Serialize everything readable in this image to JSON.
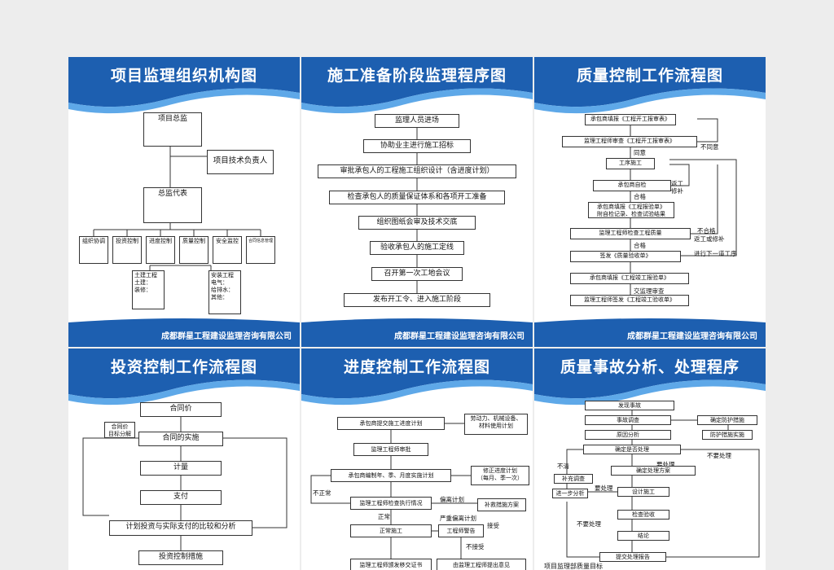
{
  "company": "成都群星工程建设监理咨询有限公司",
  "colors": {
    "primary": "#1d5fb0",
    "light": "#5ea8e8"
  },
  "p1": {
    "title": "项目监理组织机构图",
    "chief": "项目总监",
    "tech": "项目技术负责人",
    "rep": "总监代表",
    "depts": [
      "组织协调",
      "投资控制",
      "进度控制",
      "质量控制",
      "安全监控",
      "合同信息管理"
    ],
    "civil": "土建工程",
    "civil_items": [
      "土建：",
      "装修："
    ],
    "install": "安装工程",
    "install_items": [
      "电气：",
      "给排水：",
      "其他："
    ]
  },
  "p2": {
    "title": "施工准备阶段监理程序图",
    "steps": [
      "监理人员进场",
      "协助业主进行施工招标",
      "审批承包人的工程施工组织设计（含进度计划）",
      "检查承包人的质量保证体系和各项开工准备",
      "组织图纸会审及技术交底",
      "验收承包人的施工定线",
      "召开第一次工地会议",
      "发布开工令、进入施工阶段"
    ]
  },
  "p3": {
    "title": "质量控制工作流程图",
    "steps": [
      "承包商填报《工程开工报审表》",
      "监理工程师审查《工程开工报审表》",
      "工序施工",
      "承包商自检",
      "承包商填报《工程报验单》",
      "附自检记录、检查试验结果",
      "监理工程师检查工程质量",
      "签发《质量验收单》",
      "承包商填报《工程竣工报验单》",
      "监理工程师签发《工程竣工验收单》"
    ],
    "labels": {
      "disagree": "不同意",
      "agree": "同意",
      "rework": "返工",
      "repair": "修补",
      "pass1": "合格",
      "fail": "不合格",
      "rework_repair": "返工或修补",
      "pass2": "合格",
      "next": "进行下一道工序",
      "review": "交监理审查"
    }
  },
  "p4": {
    "title": "投资控制工作流程图",
    "steps": [
      "合同价",
      "合同的实施",
      "计量",
      "支付",
      "计划投资与实际支付的比较和分析",
      "投资控制措施"
    ],
    "side": [
      "合同价",
      "目标分解"
    ]
  },
  "p5": {
    "title": "进度控制工作流程图",
    "steps": [
      "承包商提交施工进度计划",
      "监理工程师审批",
      "承包商编制年、季、月度实施计划",
      "监理工程师检查执行情况",
      "正常施工",
      "监理工程师颁发移交证书"
    ],
    "side1": [
      "劳动力、机械设备、",
      "材料使用计划"
    ],
    "side2": [
      "修正进度计划",
      "（每月、季一次）"
    ],
    "measure": "补救措施方案",
    "warn": "工程师警告",
    "bottom_right": "由监理工程师提出意见",
    "labels": {
      "abnormal": "不正常",
      "deviate": "偏离计划",
      "normal": "正常",
      "severe": "严重偏离计划",
      "accept": "接受",
      "not_accept": "不接受"
    }
  },
  "p6": {
    "title": "质量事故分析、处理程序",
    "steps": [
      "发现事故",
      "事故调查",
      "原因分析",
      "确定是否处理",
      "确定处理方案",
      "设计施工",
      "检查验收",
      "结论",
      "提交处理报告"
    ],
    "right": [
      "确定防护措施",
      "防护措施实施"
    ],
    "left": [
      "补充调查",
      "进一步分析"
    ],
    "labels": {
      "unclear": "不清",
      "need": "要处理",
      "no_need": "不要处理",
      "need2": "要处理",
      "no_need2": "不要处理"
    },
    "bottom": "项目监理部质量目标"
  }
}
